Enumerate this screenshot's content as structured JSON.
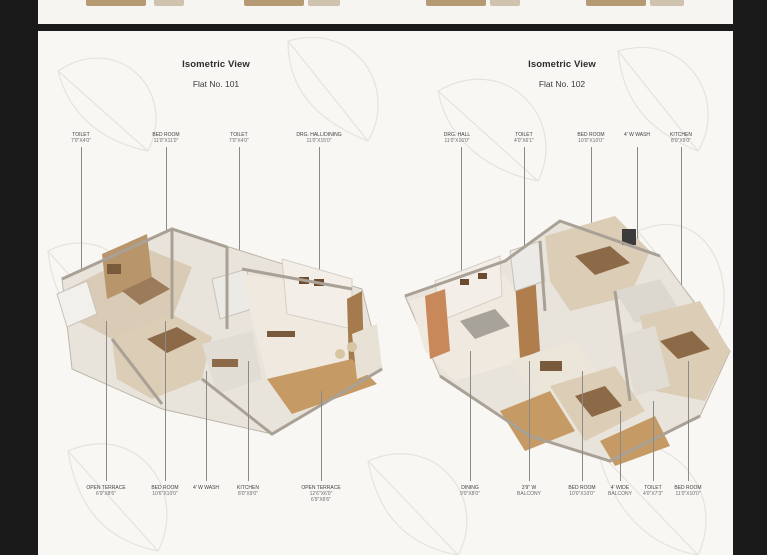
{
  "flats": [
    {
      "title": "Isometric View",
      "flat_no": "Flat No. 101",
      "top_labels": [
        {
          "name": "TOILET",
          "dim": "7'0\"X4'0\""
        },
        {
          "name": "BED ROOM",
          "dim": "11'0\"X11'0\""
        },
        {
          "name": "TOILET",
          "dim": "7'0\"X4'0\""
        },
        {
          "name": "DRG. HALL/DINING",
          "dim": "11'0\"X15'0\""
        }
      ],
      "bottom_labels": [
        {
          "name": "OPEN TERRACE",
          "dim": "6'9\"X8'6\""
        },
        {
          "name": "BED ROOM",
          "dim": "10'6\"X10'0\""
        },
        {
          "name": "4' W WASH",
          "dim": ""
        },
        {
          "name": "KITCHEN",
          "dim": "8'0\"X9'0\""
        },
        {
          "name": "OPEN TERRACE",
          "dim": "12'6\"X6'0\"",
          "dim2": "6'9\"X6'6\""
        }
      ]
    },
    {
      "title": "Isometric View",
      "flat_no": "Flat No. 102",
      "top_labels": [
        {
          "name": "DRG. HALL",
          "dim": "11'0\"X16'0\""
        },
        {
          "name": "TOILET",
          "dim": "4'0\"X6'1\""
        },
        {
          "name": "BED ROOM",
          "dim": "10'0\"X10'0\""
        },
        {
          "name": "4' W WASH",
          "dim": ""
        },
        {
          "name": "KITCHEN",
          "dim": "8'0\"X9'0\""
        }
      ],
      "bottom_labels": [
        {
          "name": "DINING",
          "dim": "9'0\"X8'0\""
        },
        {
          "name": "3'9\" W",
          "dim": "BALCONY"
        },
        {
          "name": "BED ROOM",
          "dim": "10'0\"X10'0\""
        },
        {
          "name": "4' Wide",
          "dim": "BALCONY"
        },
        {
          "name": "TOILET",
          "dim": "4'0\"X7'3\""
        },
        {
          "name": "BED ROOM",
          "dim": "11'0\"X10'0\""
        }
      ]
    }
  ]
}
